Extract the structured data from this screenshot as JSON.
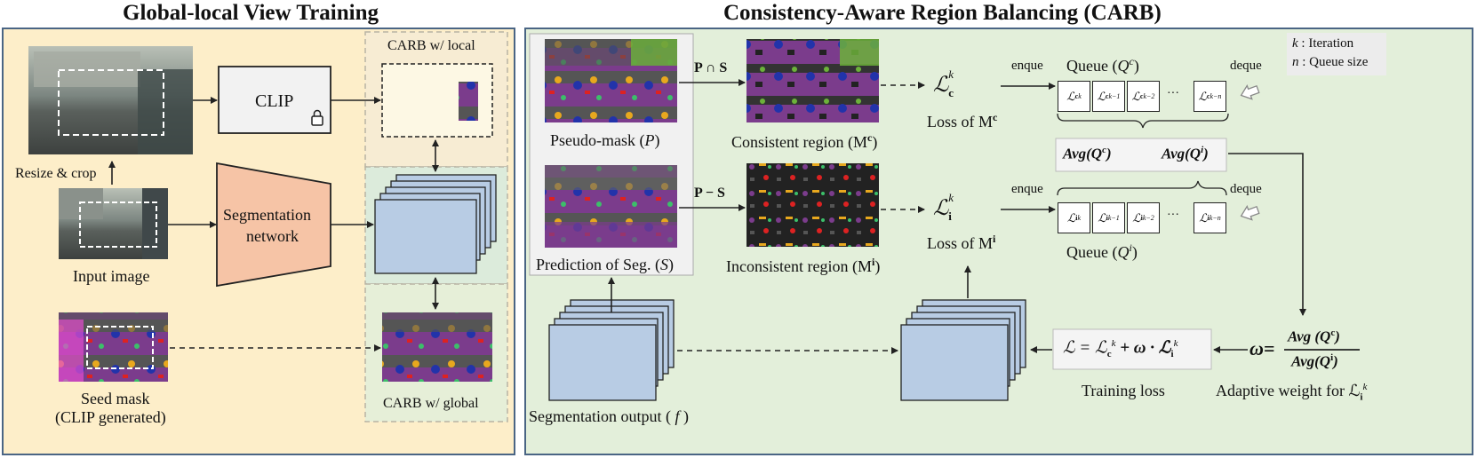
{
  "colors": {
    "left_panel_bg": "#fdeec9",
    "right_panel_bg": "#e3efda",
    "segnet_fill": "#f6c4a6",
    "feature_fill": "#b8cce4",
    "queue_box": "#ffffff",
    "panel_border": "#4a6584"
  },
  "left": {
    "title": "Global-local View Training",
    "resize_crop": "Resize  & crop",
    "clip": "CLIP",
    "lock_icon": "lock-icon",
    "carb_local": "CARB w/ local",
    "segnet_line1": "Segmentation",
    "segnet_line2": "network",
    "input_image": "Input image",
    "seed_mask_line1": "Seed mask",
    "seed_mask_line2": "(CLIP generated)",
    "carb_global": "CARB w/ global"
  },
  "right": {
    "title": "Consistency-Aware Region Balancing (CARB)",
    "legend": {
      "k": "k",
      "k_desc": " : Iteration",
      "n": "n",
      "n_desc": " : Queue size"
    },
    "pseudo_mask": "Pseudo-mask (",
    "pseudo_var": "P",
    "pred_seg": "Prediction of Seg. (",
    "pred_var": "S",
    "p_and_s": "P ∩ S",
    "p_minus_s": "P − S",
    "consistent": "Consistent region (M",
    "consistent_sup": "c",
    "inconsistent": "Inconsistent region (M",
    "inconsistent_sup": "i",
    "loss_c_sym": "ℒ",
    "loss_c_sub": "c",
    "loss_i_sub": "i",
    "loss_sup": "k",
    "loss_of_mc": "Loss of M",
    "enque": "enque",
    "deque": "deque",
    "queue_c": "Queue (",
    "queue_var": "Q",
    "queue_c_sup": "c",
    "queue_i_sup": "i",
    "queue_k": "k",
    "queue_k1": "k−1",
    "queue_k2": "k−2",
    "queue_dots": "···",
    "queue_kn": "k−n",
    "avg": "Avg",
    "avg_qc": "(Q",
    "omega": "ω=",
    "omega_num": "Avg (Q",
    "omega_den": "Avg(Q",
    "adaptive": "Adaptive weight for ℒ",
    "loss_eq_lhs": "ℒ = ℒ",
    "loss_eq_mid": " + ω · ℒ",
    "training_loss": "Training loss",
    "seg_output": "Segmentation output ( ",
    "seg_var": "f",
    "seg_close": " )"
  }
}
